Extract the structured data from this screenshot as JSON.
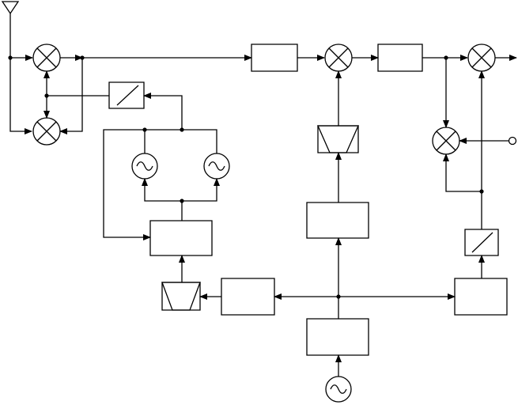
{
  "diagram": {
    "description": "",
    "colors": {
      "line": "#000000",
      "background": "#ffffff"
    },
    "blocks": [
      {
        "id": "block-upper-1"
      },
      {
        "id": "block-upper-2"
      },
      {
        "id": "block-mid-center"
      },
      {
        "id": "block-mid-left"
      },
      {
        "id": "block-lower-left"
      },
      {
        "id": "block-lower-right"
      },
      {
        "id": "block-bottom-center"
      }
    ],
    "mixers": [
      {
        "id": "mixer-input-top"
      },
      {
        "id": "mixer-input-bottom"
      },
      {
        "id": "mixer-center"
      },
      {
        "id": "mixer-right-top"
      },
      {
        "id": "mixer-right-mid"
      }
    ],
    "oscillators": [
      {
        "id": "oscillator-left"
      },
      {
        "id": "oscillator-right"
      },
      {
        "id": "oscillator-bottom"
      }
    ]
  }
}
